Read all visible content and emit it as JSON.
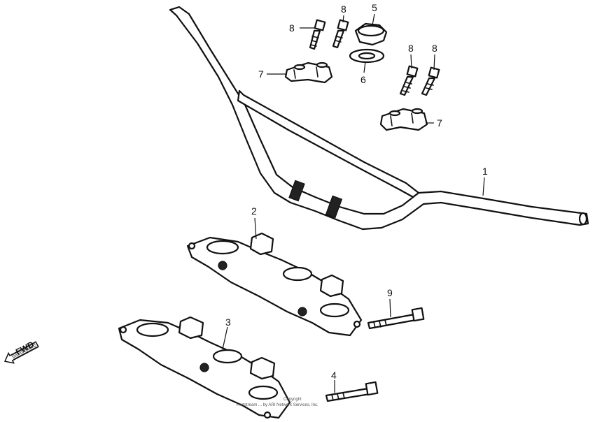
{
  "callouts": {
    "c1": "1",
    "c2": "2",
    "c3": "3",
    "c4": "4",
    "c5": "5",
    "c6": "6",
    "c7a": "7",
    "c7b": "7",
    "c8a": "8",
    "c8b": "8",
    "c8c": "8",
    "c8d": "8",
    "c9": "9"
  },
  "fwd_label": "FWD",
  "copyright_line1": "Copyright",
  "copyright_line2": "Partstream ... by ARI Network Services, Inc."
}
